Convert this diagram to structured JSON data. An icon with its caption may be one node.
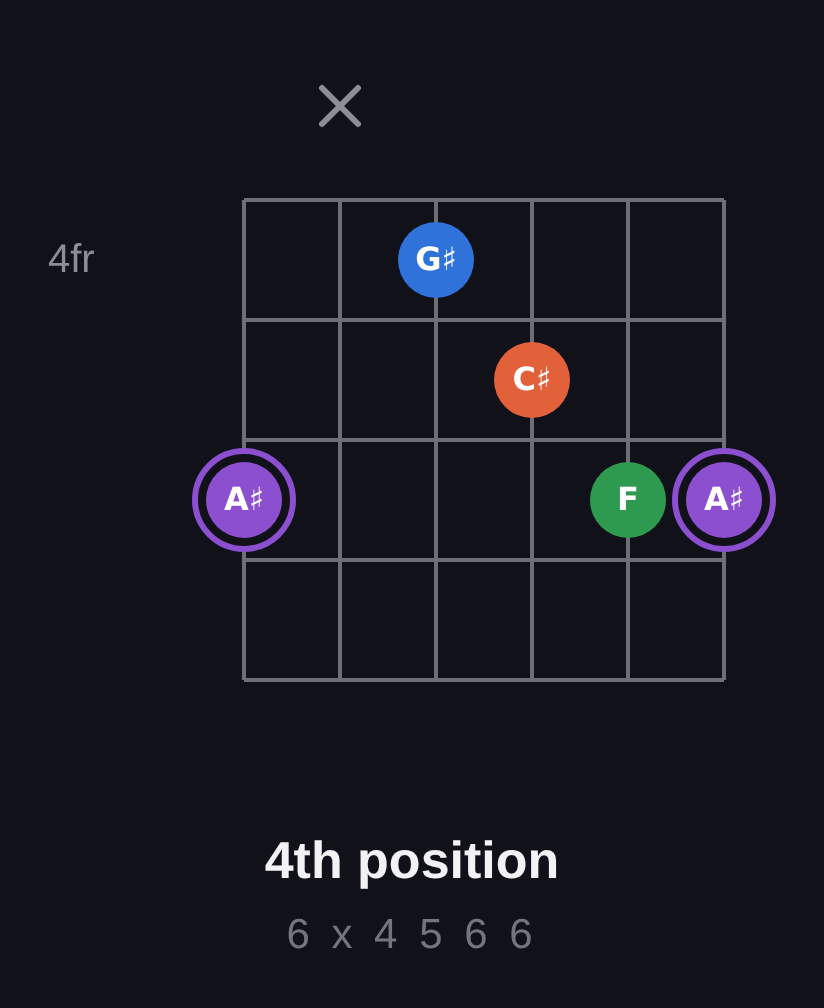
{
  "diagram": {
    "title": "4th position",
    "caption": "6 x 4 5 6 6",
    "nodes": [
      {
        "text": [
          "G♯"
        ]
      },
      {
        "text": [
          "C♯"
        ]
      },
      {
        "text": [
          "A♯"
        ]
      },
      {
        "text": [
          "F"
        ]
      },
      {
        "text": [
          "A♯"
        ]
      }
    ],
    "labels": [
      "4fr"
    ]
  }
}
